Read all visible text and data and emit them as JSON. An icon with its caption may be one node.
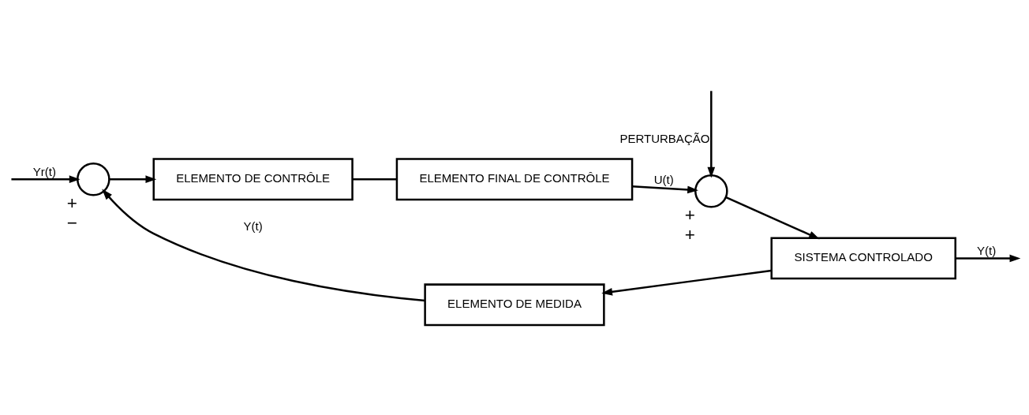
{
  "diagram": {
    "nodes": [
      {
        "text": [],
        "shape": "circle",
        "beside": [
          "+",
          "−"
        ]
      },
      {
        "text": [
          "ELEMENTO DE CONTRÔLE"
        ]
      },
      {
        "text": [
          "ELEMENTO FINAL DE CONTRÔLE"
        ]
      },
      {
        "text": [],
        "shape": "circle",
        "beside": [
          "+",
          "+"
        ]
      },
      {
        "text": [
          "SISTEMA CONTROLADO"
        ]
      },
      {
        "text": [
          "ELEMENTO DE MEDIDA"
        ]
      }
    ],
    "edges": [
      {
        "from": null,
        "to": 0,
        "arrow": "to",
        "label": "Yr(t)"
      },
      {
        "from": 0,
        "to": 1,
        "arrow": "to"
      },
      {
        "from": 1,
        "to": 2,
        "arrow": "none"
      },
      {
        "from": 2,
        "to": 3,
        "arrow": "to",
        "label": "U(t)"
      },
      {
        "from": null,
        "to": 3,
        "arrow": "to",
        "label": "PERTURBAÇÃO"
      },
      {
        "from": 3,
        "to": 4,
        "arrow": "to"
      },
      {
        "from": 4,
        "to": null,
        "arrow": "to",
        "label": "Y(t)"
      },
      {
        "from": 4,
        "to": 5,
        "arrow": "to"
      },
      {
        "from": 5,
        "to": 0,
        "arrow": "to",
        "label": "Y(t)"
      }
    ]
  }
}
